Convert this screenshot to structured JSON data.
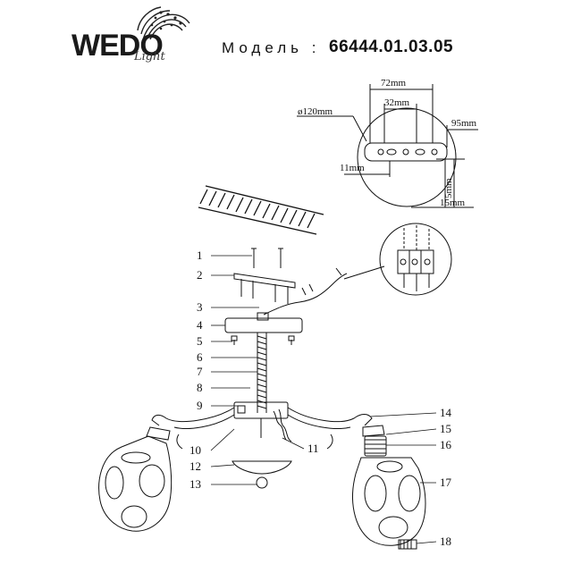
{
  "header": {
    "logo_text": "WEDO",
    "logo_sub": "Light",
    "model_label": "Модель :",
    "model_number": "66444.01.03.05"
  },
  "dimensions": {
    "d72": "72mm",
    "d32": "32mm",
    "d120": "ø120mm",
    "d95": "95mm",
    "d11": "11mm",
    "d5": "5mm",
    "d15": "15mm"
  },
  "callouts": [
    "1",
    "2",
    "3",
    "4",
    "5",
    "6",
    "7",
    "8",
    "9",
    "10",
    "11",
    "12",
    "13",
    "14",
    "15",
    "16",
    "17",
    "18"
  ],
  "colors": {
    "line": "#111111",
    "bg": "#ffffff"
  }
}
